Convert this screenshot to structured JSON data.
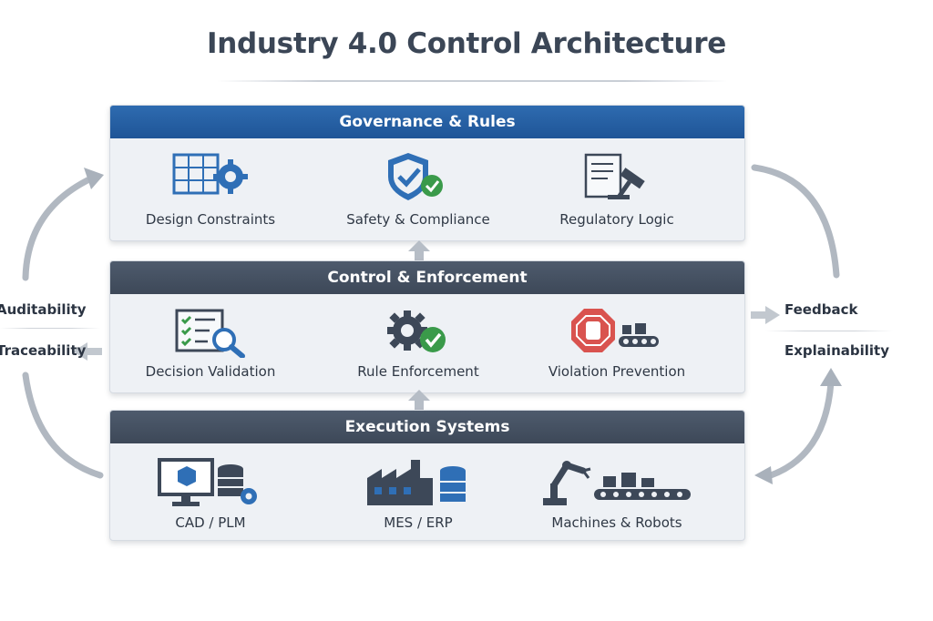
{
  "title": "Industry 4.0 Control Architecture",
  "layers": [
    {
      "header": "Governance & Rules",
      "items": [
        {
          "label": "Design Constraints",
          "icon": "blueprint-gear-icon"
        },
        {
          "label": "Safety & Compliance",
          "icon": "shield-check-icon"
        },
        {
          "label": "Regulatory Logic",
          "icon": "document-gavel-icon"
        }
      ]
    },
    {
      "header": "Control & Enforcement",
      "items": [
        {
          "label": "Decision Validation",
          "icon": "checklist-magnifier-icon"
        },
        {
          "label": "Rule Enforcement",
          "icon": "gear-check-icon"
        },
        {
          "label": "Violation Prevention",
          "icon": "stop-hand-conveyor-icon"
        }
      ]
    },
    {
      "header": "Execution Systems",
      "items": [
        {
          "label": "CAD / PLM",
          "icon": "monitor-database-icon"
        },
        {
          "label": "MES / ERP",
          "icon": "factory-database-icon"
        },
        {
          "label": "Machines & Robots",
          "icon": "robot-arm-conveyor-icon"
        }
      ]
    }
  ],
  "left_labels": [
    "Auditability",
    "Traceability"
  ],
  "right_labels": [
    "Feedback",
    "Explainability"
  ],
  "colors": {
    "title": "#3b4656",
    "governance_header": "#1f5597",
    "slate_header": "#3d4858",
    "accent_blue": "#2f6fb6",
    "check_green": "#3a9a4a",
    "stop_red": "#d9534f",
    "arrow_gray": "#a9b1bb"
  }
}
